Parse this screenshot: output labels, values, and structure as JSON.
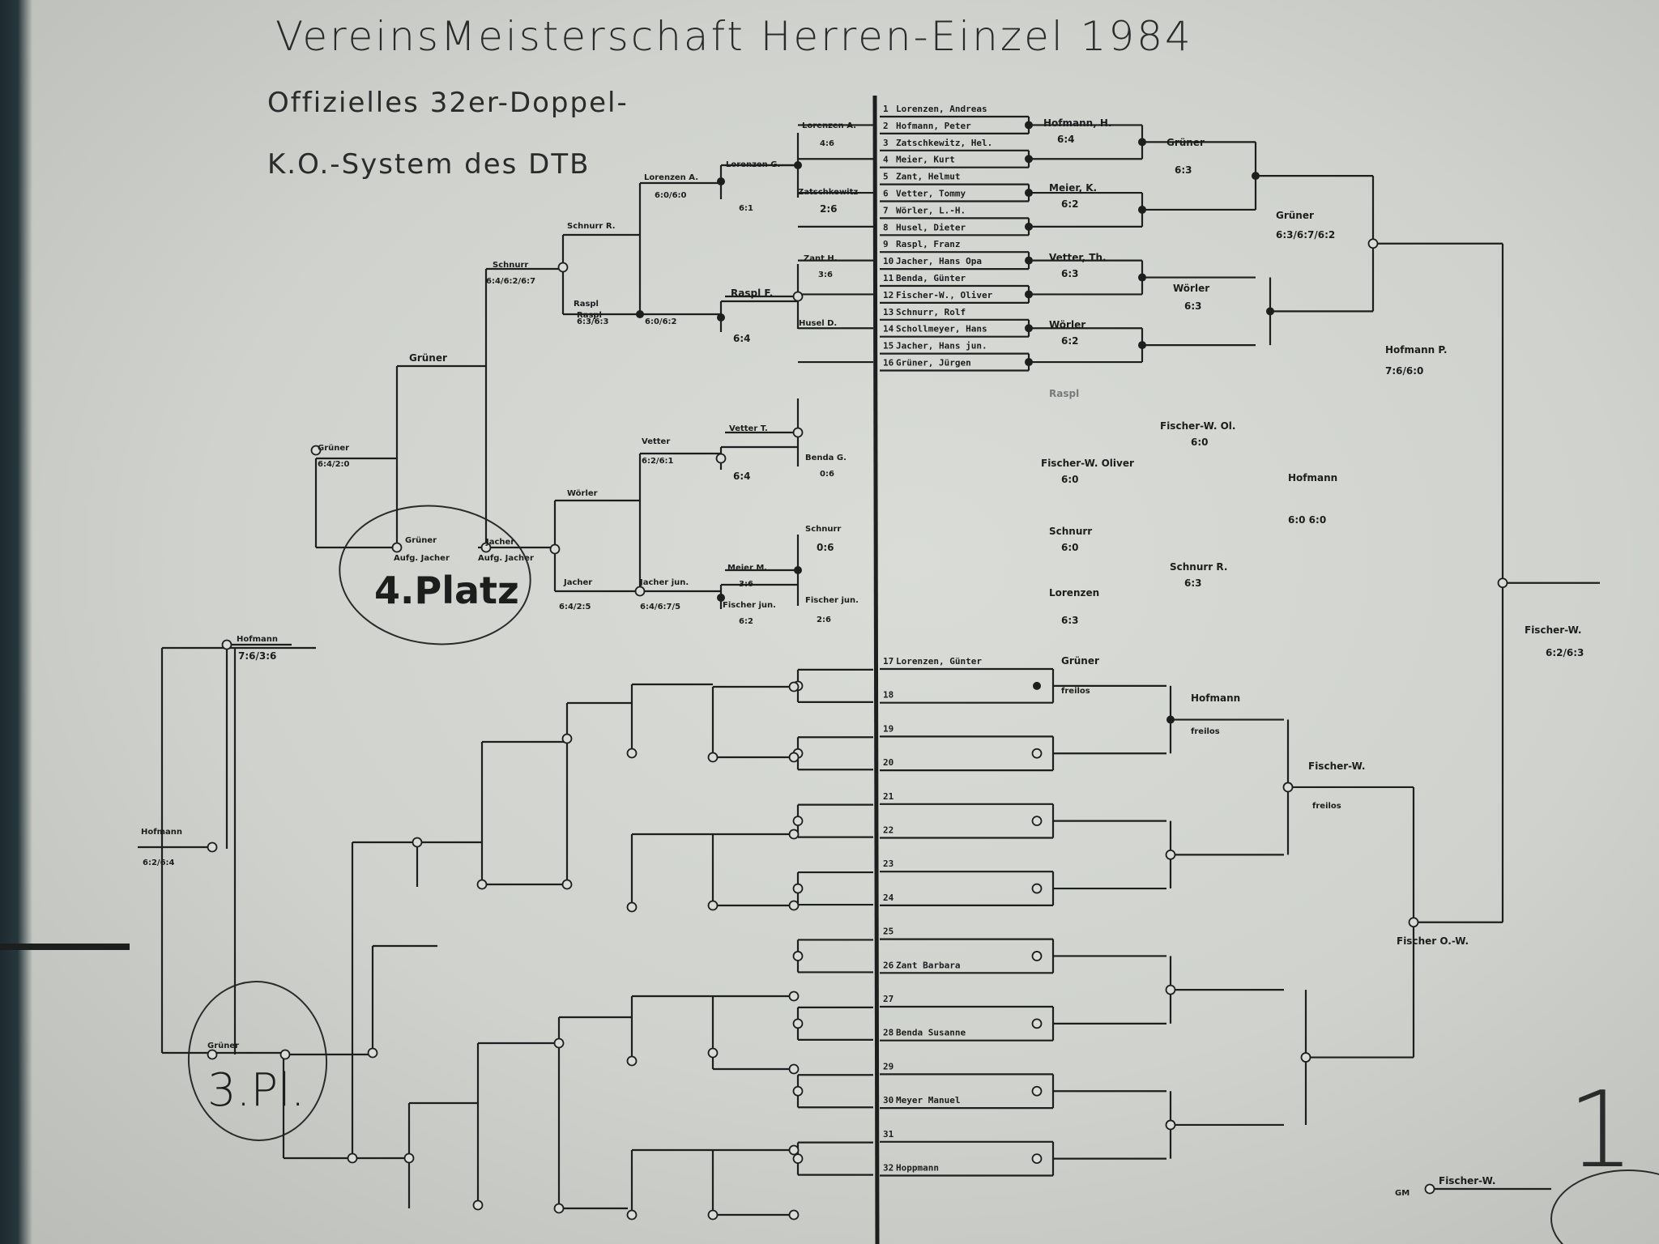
{
  "title": "VereinsMeisterschaft Herren-Einzel 1984",
  "subtitle1": "Offizielles 32er-Doppel-",
  "subtitle2": "K.O.-System des DTB",
  "page_number": "1",
  "circles": {
    "fourth": "4.Platz",
    "third": "3.Pl."
  },
  "players": [
    {
      "nr": "1",
      "name": "Lorenzen, Andreas"
    },
    {
      "nr": "2",
      "name": "Hofmann, Peter"
    },
    {
      "nr": "3",
      "name": "Zatschkewitz, Hel."
    },
    {
      "nr": "4",
      "name": "Meier, Kurt"
    },
    {
      "nr": "5",
      "name": "Zant, Helmut"
    },
    {
      "nr": "6",
      "name": "Vetter, Tommy"
    },
    {
      "nr": "7",
      "name": "Wörler, L.-H."
    },
    {
      "nr": "8",
      "name": "Husel, Dieter"
    },
    {
      "nr": "9",
      "name": "Raspl, Franz"
    },
    {
      "nr": "10",
      "name": "Jacher, Hans Opa"
    },
    {
      "nr": "11",
      "name": "Benda, Günter"
    },
    {
      "nr": "12",
      "name": "Fischer-W., Oliver"
    },
    {
      "nr": "13",
      "name": "Schnurr, Rolf"
    },
    {
      "nr": "14",
      "name": "Schollmeyer, Hans"
    },
    {
      "nr": "15",
      "name": "Jacher, Hans jun."
    },
    {
      "nr": "16",
      "name": "Grüner, Jürgen"
    },
    {
      "nr": "17",
      "name": "Lorenzen, Günter"
    },
    {
      "nr": "18",
      "name": ""
    },
    {
      "nr": "19",
      "name": ""
    },
    {
      "nr": "20",
      "name": ""
    },
    {
      "nr": "21",
      "name": ""
    },
    {
      "nr": "22",
      "name": ""
    },
    {
      "nr": "23",
      "name": ""
    },
    {
      "nr": "24",
      "name": ""
    },
    {
      "nr": "25",
      "name": ""
    },
    {
      "nr": "26",
      "name": "Zant Barbara"
    },
    {
      "nr": "27",
      "name": ""
    },
    {
      "nr": "28",
      "name": "Benda Susanne"
    },
    {
      "nr": "29",
      "name": ""
    },
    {
      "nr": "30",
      "name": "Meyer Manuel"
    },
    {
      "nr": "31",
      "name": ""
    },
    {
      "nr": "32",
      "name": "Hoppmann"
    }
  ],
  "main": {
    "m1": {
      "winner": "Hofmann, H.",
      "score": "6:4"
    },
    "m2": {
      "winner": "Meier, K.",
      "score": "6:2"
    },
    "m3": {
      "winner": "Vetter, Th.",
      "score": "6:3"
    },
    "m4": {
      "winner": "Wörler",
      "score": "6:2"
    },
    "m5": {
      "winner": "Raspl",
      "score": ""
    },
    "m6": {
      "winner": "Fischer-W. Oliver",
      "score": "6:0"
    },
    "m7": {
      "winner": "Schnurr",
      "score": "6:0"
    },
    "m8": {
      "winner": "Lorenzen",
      "score": "6:3"
    },
    "m9": {
      "winner": "Grüner",
      "score": "freilos"
    },
    "m17": {
      "winner": "Grüner",
      "score": "6:3"
    },
    "m18": {
      "winner": "Wörler",
      "score": "6:3"
    },
    "m19": {
      "winner": "Fischer-W. Ol.",
      "score": "6:0"
    },
    "m20": {
      "winner": "Schnurr R.",
      "score": "6:3"
    },
    "m21": {
      "winner": "Hofmann",
      "score": "freilos"
    },
    "m22": {
      "winner": "Fischer-W.",
      "score": "freilos"
    },
    "m25": {
      "winner": "Grüner",
      "score": "6:3/6:7/6:2"
    },
    "m26": {
      "winner": "Hofmann",
      "score": "6:0 6:0"
    },
    "m29": {
      "winner": "Hofmann P.",
      "score": "7:6/6:0"
    },
    "m30": {
      "winner": "Fischer O.-W.",
      "score": ""
    },
    "m31": {
      "winner": "Fischer-W.",
      "score": "6:2/6:3"
    },
    "final": {
      "label": "GM",
      "winner": "Fischer-W."
    }
  },
  "consolation": {
    "c1": {
      "winner": "Lorenzen A.",
      "score": "4:6"
    },
    "c2": {
      "winner": "Zatschkewitz",
      "score": "2:6"
    },
    "c3": {
      "winner": "Zant H.",
      "score": "3:6"
    },
    "c4": {
      "winner": "Husel D.",
      "score": ""
    },
    "c5": {
      "winner": "Benda G.",
      "score": "0:6"
    },
    "c6": {
      "winner": "Schnurr",
      "score": "0:6"
    },
    "c7": {
      "winner": "Fischer jun.",
      "score": "2:6"
    },
    "c8": {
      "winner": "Lorenzen G.",
      "score": "6:1"
    },
    "c9": {
      "winner": "Lorenzen A.",
      "score": "6:0/6:0"
    },
    "c10": {
      "winner": "Raspl F.",
      "score": "6:4"
    },
    "c11": {
      "winner": "Vetter T.",
      "score": "6:4"
    },
    "c12": {
      "winner": "Meier M.",
      "score": "3:6"
    },
    "c13": {
      "winner": "Fischer jun.",
      "score": "6:2"
    },
    "c14": {
      "winner": "Raspl",
      "score": "6:0/6:2"
    },
    "c15": {
      "winner": "Vetter",
      "score": "6:2/6:1"
    },
    "c16": {
      "winner": "Jacher jun.",
      "score": "6:4/6:7/5"
    },
    "c17": {
      "winner": "Schnurr R.",
      "score": ""
    },
    "c18": {
      "winner": "Raspl",
      "score": "6:3/6:3"
    },
    "c19": {
      "winner": "Wörler",
      "score": ""
    },
    "c20": {
      "winner": "Jacher",
      "score": "6:4/2:5"
    },
    "c21": {
      "winner": "Schnurr",
      "score": "6:4/6:2/6:7"
    },
    "c22": {
      "winner": "Jacher",
      "score": "Aufg. Jacher"
    },
    "c23": {
      "winner": "Grüner",
      "score": ""
    },
    "c24": {
      "winner": "Grüner",
      "score": "Aufg. Jacher"
    },
    "c25": {
      "winner": "Grüner",
      "score": "6:4/2:0"
    },
    "c26": {
      "winner": "Hofmann",
      "score": "7:6/3:6"
    },
    "c27": {
      "winner": "Hofmann",
      "score": "6:2/6:4"
    },
    "c28": {
      "winner": "Grüner",
      "score": ""
    }
  }
}
